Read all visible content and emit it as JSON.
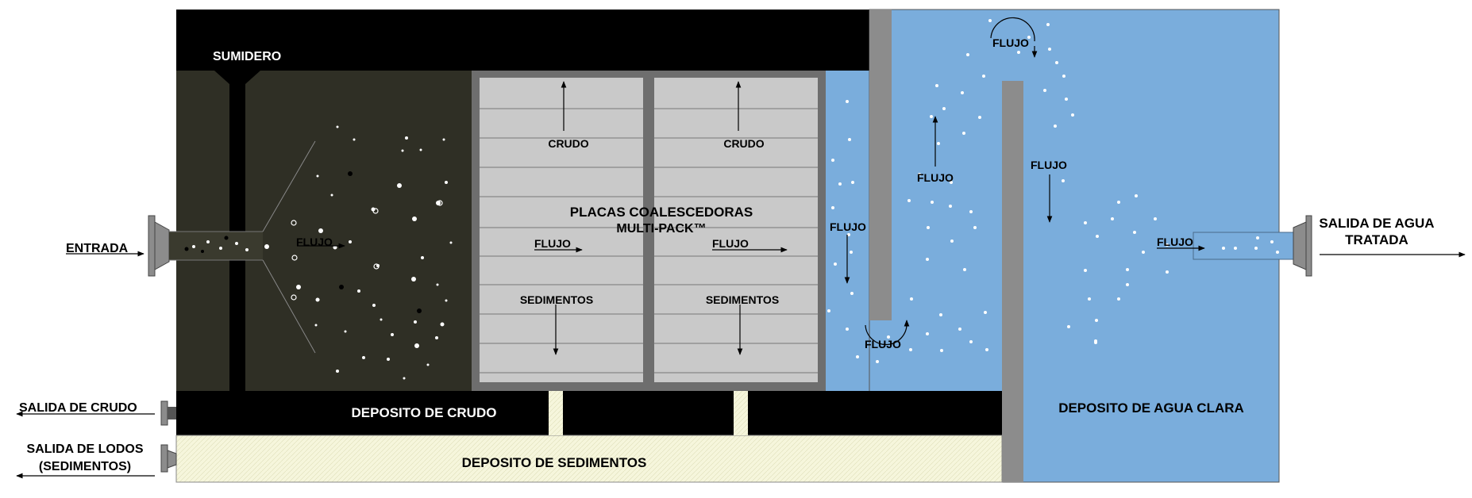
{
  "labels": {
    "sumidero": "SUMIDERO",
    "entrada": "ENTRADA",
    "salida_agua_1": "SALIDA DE AGUA",
    "salida_agua_2": "TRATADA",
    "salida_crudo": "SALIDA DE CRUDO",
    "salida_lodos_1": "SALIDA DE LODOS",
    "salida_lodos_2": "(SEDIMENTOS)",
    "deposito_crudo": "DEPOSITO DE CRUDO",
    "deposito_sedimentos": "DEPOSITO DE SEDIMENTOS",
    "deposito_agua_clara": "DEPOSITO DE AGUA CLARA",
    "placas_1": "PLACAS COALESCEDORAS",
    "placas_2": "MULTI-PACK™",
    "crudo": "CRUDO",
    "flujo": "FLUJO",
    "sedimentos": "SEDIMENTOS"
  },
  "colors": {
    "inlet_chamber": "#2f2f25",
    "black": "#000000",
    "plates": "#c9c9c9",
    "plate_frame": "#6e6e6e",
    "water": "#7aaddc",
    "baffle": "#8c8c8c",
    "sediment": "#f6f6dc"
  }
}
